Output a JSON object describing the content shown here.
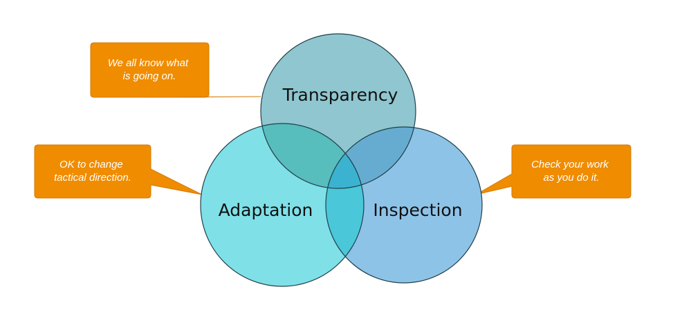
{
  "circles": {
    "transparency": {
      "label": "Transparency",
      "color": "#8fc6cf"
    },
    "adaptation": {
      "label": "Adaptation",
      "color": "#7fe0e8"
    },
    "inspection": {
      "label": "Inspection",
      "color": "#8ec3e8"
    }
  },
  "callouts": {
    "transparency": {
      "lines": [
        "We all know what",
        "is going on."
      ]
    },
    "adaptation": {
      "lines": [
        "OK to change",
        "tactical direction."
      ]
    },
    "inspection": {
      "lines": [
        "Check your work",
        "as you do it."
      ]
    }
  },
  "colors": {
    "callout_fill": "#f08c00",
    "callout_stroke": "#d27a00",
    "circle_stroke": "#1f3f4a",
    "overlap_top_left": "#58bdbd",
    "overlap_top_right": "#66acd0",
    "overlap_bottom": "#4ac7d9",
    "overlap_center": "#3bb3d0"
  }
}
